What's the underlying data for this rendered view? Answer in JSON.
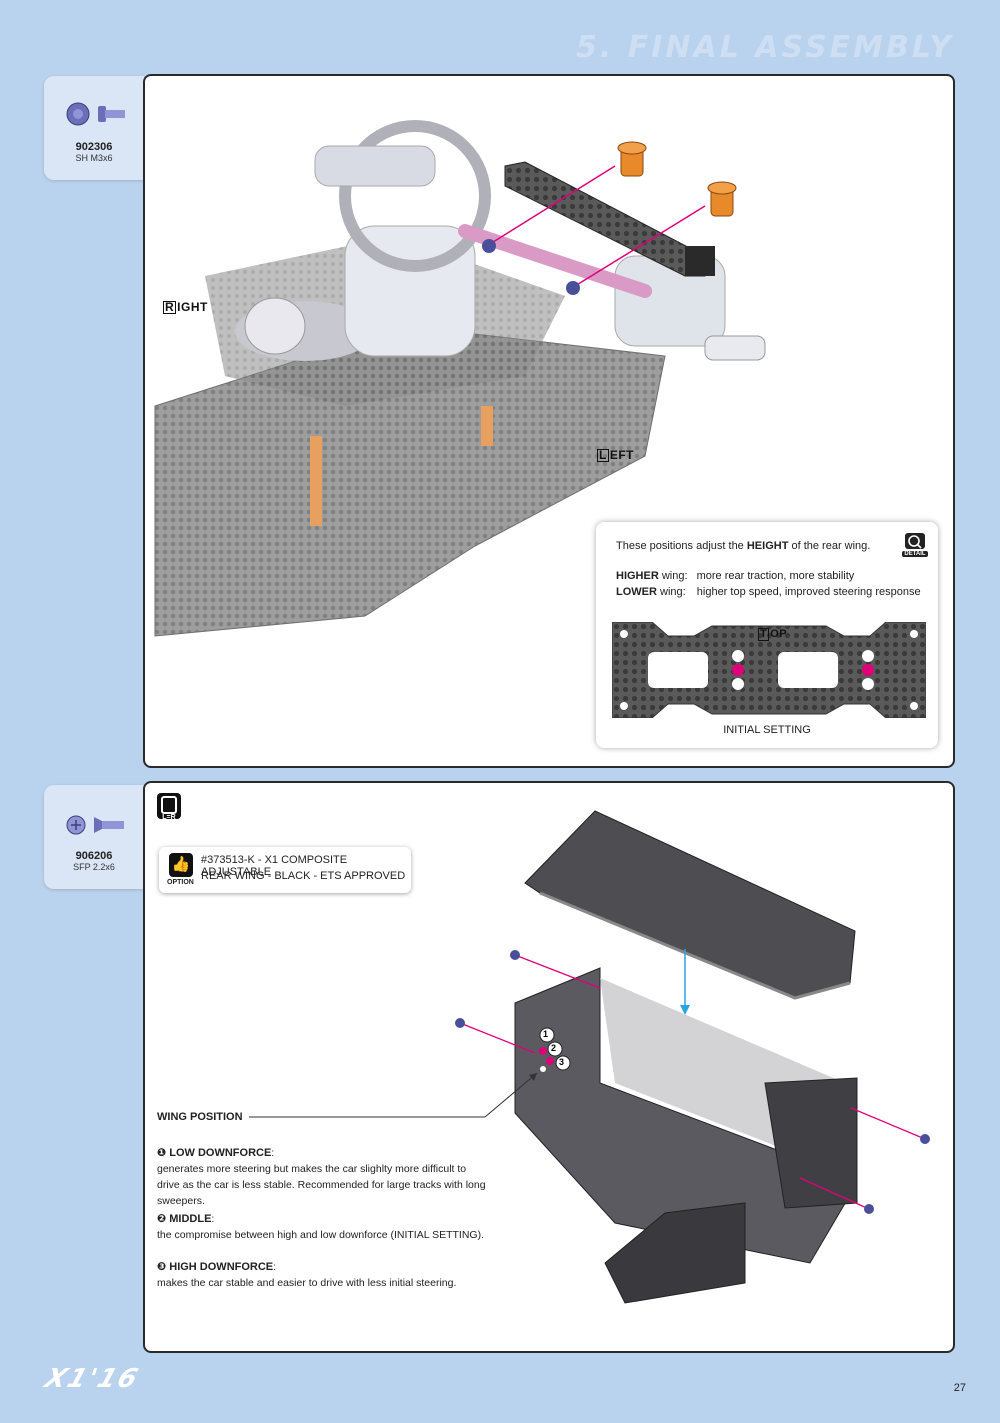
{
  "header": {
    "title": "5. FINAL ASSEMBLY"
  },
  "parts": [
    {
      "number": "902306",
      "desc": "SH M3x6"
    },
    {
      "number": "906206",
      "desc": "SFP 2.2x6"
    }
  ],
  "step1": {
    "right_initial": "R",
    "right_rest": "IGHT",
    "left_initial": "L",
    "left_rest": "EFT",
    "info": {
      "line1_pre": "These positions adjust the ",
      "line1_bold": "HEIGHT",
      "line1_post": " of the rear wing.",
      "higher_label": "HIGHER",
      "higher_suffix": " wing:",
      "higher_text": "more rear traction, more stability",
      "lower_label": "LOWER",
      "lower_suffix": " wing:",
      "lower_text": "higher top speed, improved steering response",
      "top_initial": "T",
      "top_rest": "OP",
      "initial_setting": "INITIAL SETTING",
      "detail_label": "DETAIL"
    }
  },
  "step2": {
    "lr_icon_label": "L=R",
    "option": {
      "label": "OPTION",
      "line1": "#373513-K - X1 COMPOSITE ADJUSTABLE",
      "line2": "REAR WING - BLACK - ETS APPROVED"
    },
    "wing_position": "WING POSITION",
    "positions": [
      {
        "marker": "❶",
        "title": "LOW DOWNFORCE",
        "text": "generates more steering but makes the car slighlty more difficult to drive as the car is less stable. Recommended for large tracks with long sweepers."
      },
      {
        "marker": "❷",
        "title": "MIDDLE",
        "text": "the compromise between high and low downforce (INITIAL SETTING)."
      },
      {
        "marker": "❸",
        "title": "HIGH DOWNFORCE",
        "text": "makes the car stable and easier to drive with less initial steering."
      }
    ],
    "hole_labels": [
      "1",
      "2",
      "3"
    ]
  },
  "footer": {
    "brand": "X1'16",
    "page": "27"
  },
  "colors": {
    "accent": "#e0007a",
    "arrow": "#29a6e0",
    "background": "#b9d2ee",
    "screw": "#6a6fb8",
    "spacer": "#e88a2a"
  }
}
